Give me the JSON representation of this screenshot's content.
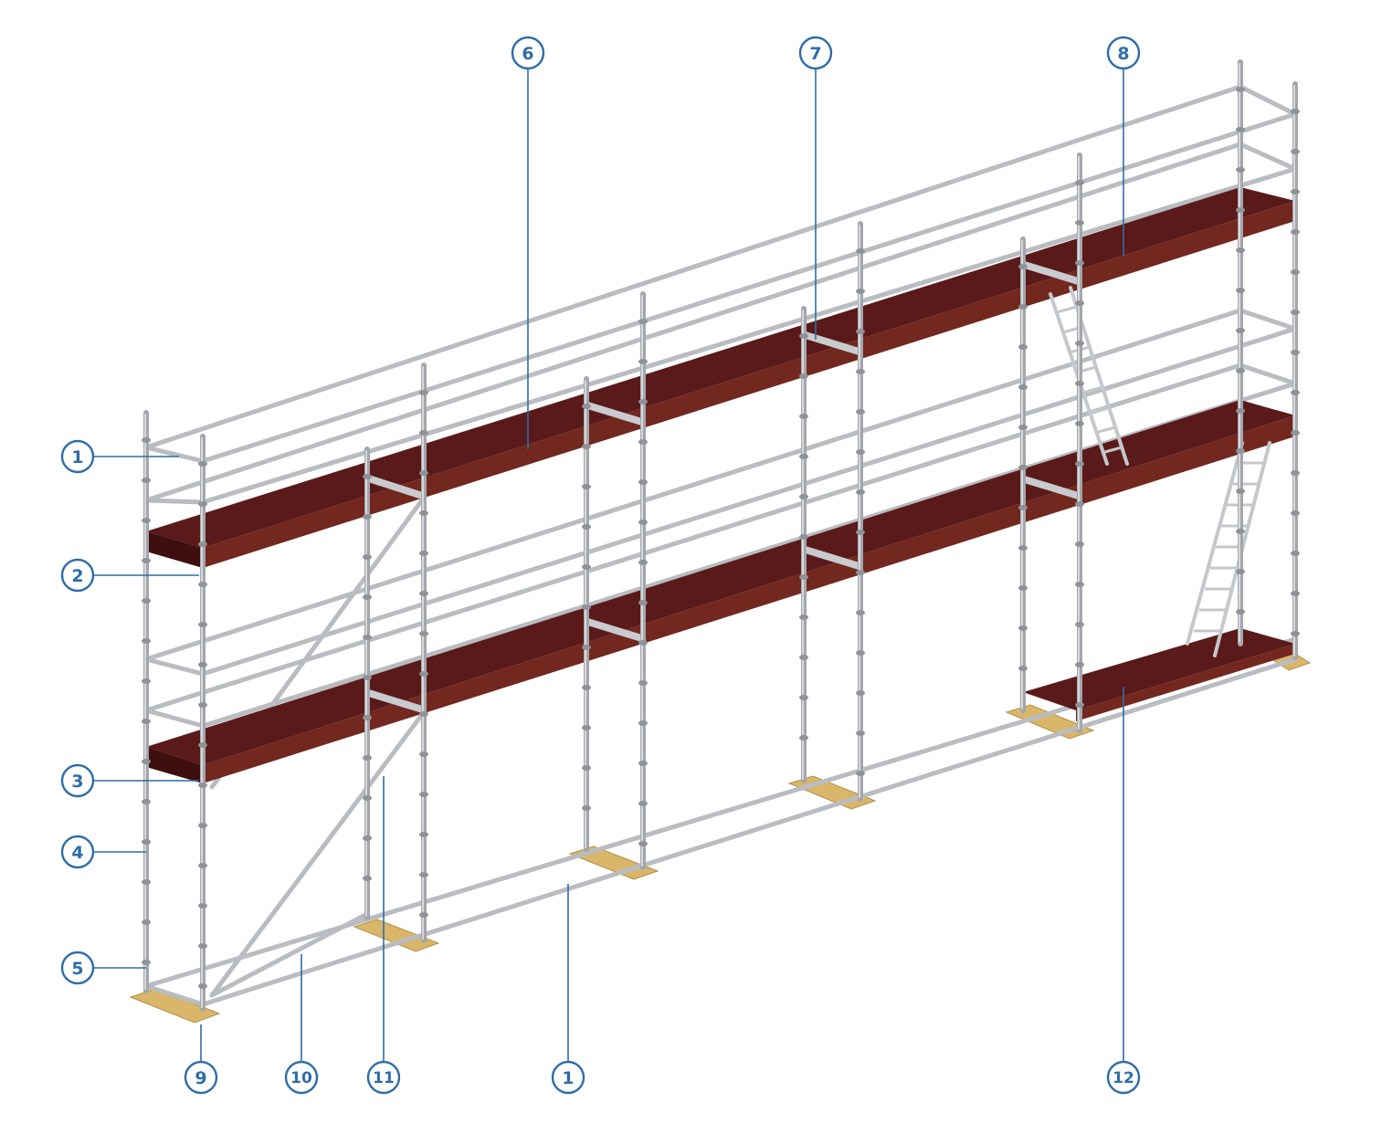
{
  "callouts": [
    {
      "id": "c1a",
      "label": "1"
    },
    {
      "id": "c2",
      "label": "2"
    },
    {
      "id": "c3",
      "label": "3"
    },
    {
      "id": "c4",
      "label": "4"
    },
    {
      "id": "c5",
      "label": "5"
    },
    {
      "id": "c6",
      "label": "6"
    },
    {
      "id": "c7",
      "label": "7"
    },
    {
      "id": "c8",
      "label": "8"
    },
    {
      "id": "c9",
      "label": "9"
    },
    {
      "id": "c10",
      "label": "10"
    },
    {
      "id": "c11",
      "label": "11"
    },
    {
      "id": "c1b",
      "label": "1"
    },
    {
      "id": "c12",
      "label": "12"
    }
  ],
  "colors": {
    "callout": "#2f6da6",
    "steel": "#b9bcc0",
    "deck": "#5a1a1a",
    "base_plate": "#d9b66a"
  }
}
